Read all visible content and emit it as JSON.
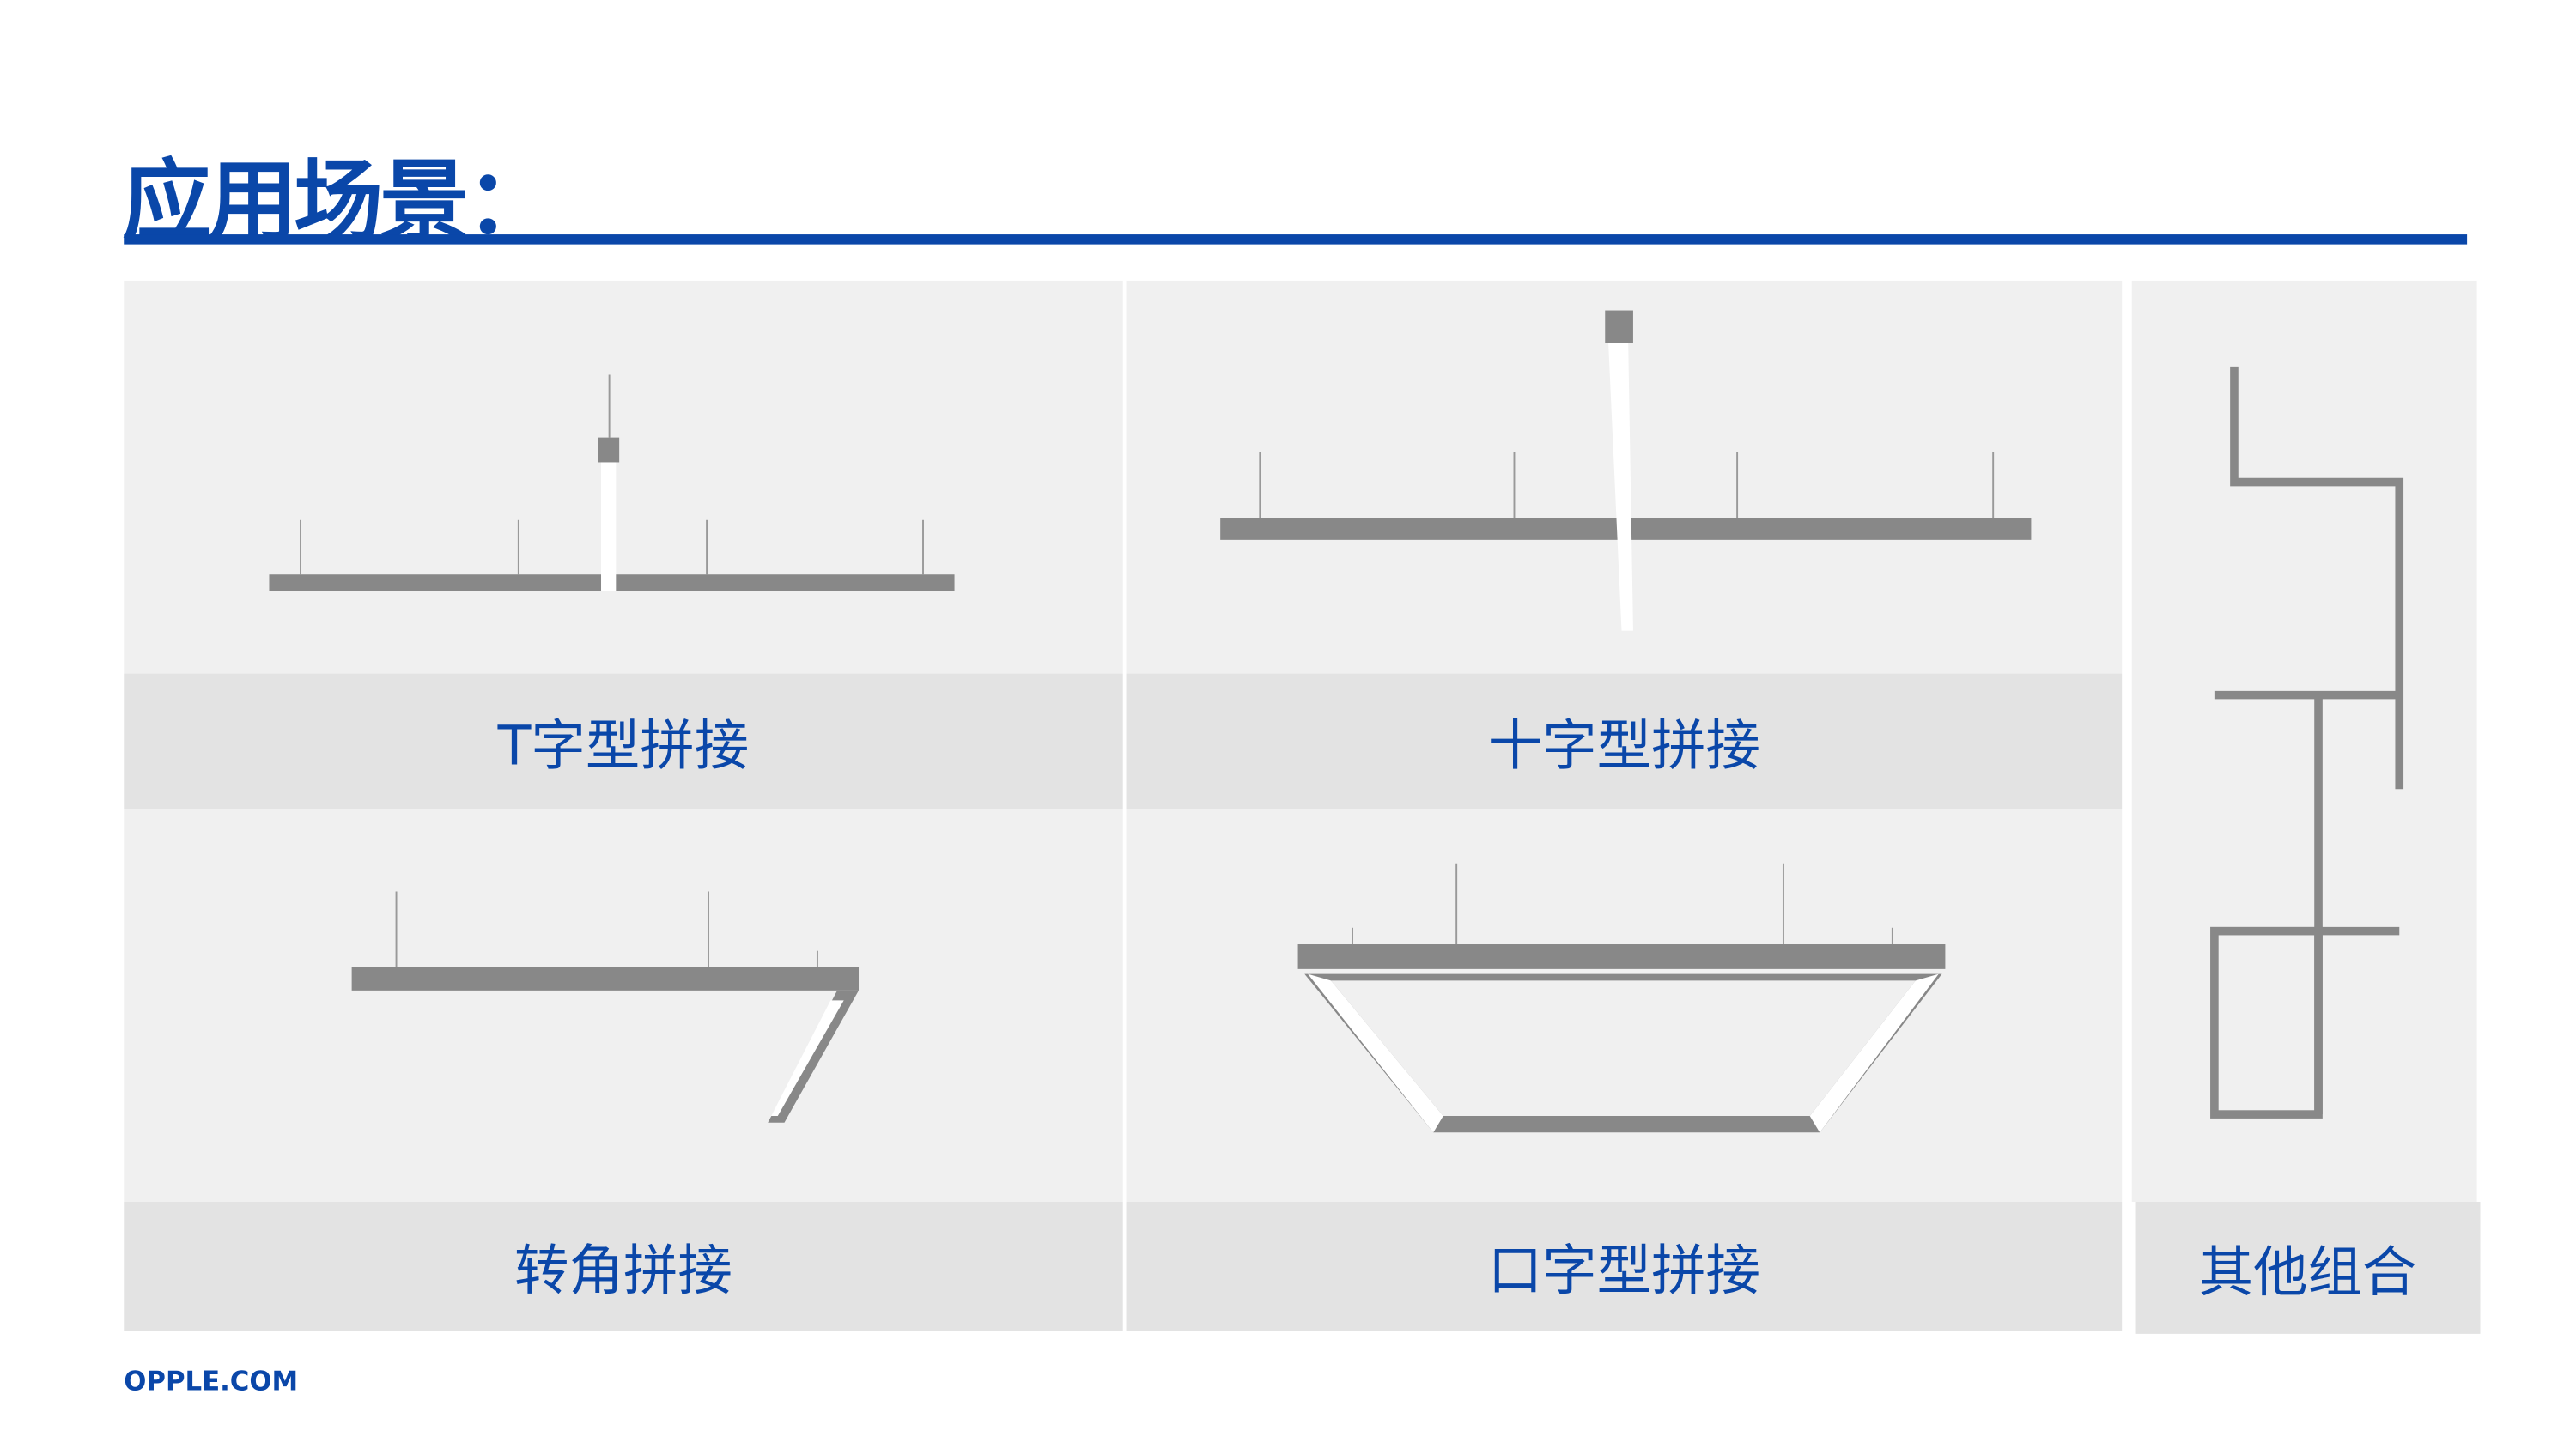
{
  "title": "应用场景：",
  "scenes": [
    {
      "label": "T字型拼接"
    },
    {
      "label": "十字型拼接"
    },
    {
      "label": "转角拼接"
    },
    {
      "label": "口字型拼接"
    },
    {
      "label": "其他组合"
    }
  ],
  "footer": "OPPLE.COM",
  "colors": {
    "brand": "#0a47a9",
    "panel": "#f0f0f0",
    "band": "#e3e3e3",
    "fixture": "#888888"
  }
}
